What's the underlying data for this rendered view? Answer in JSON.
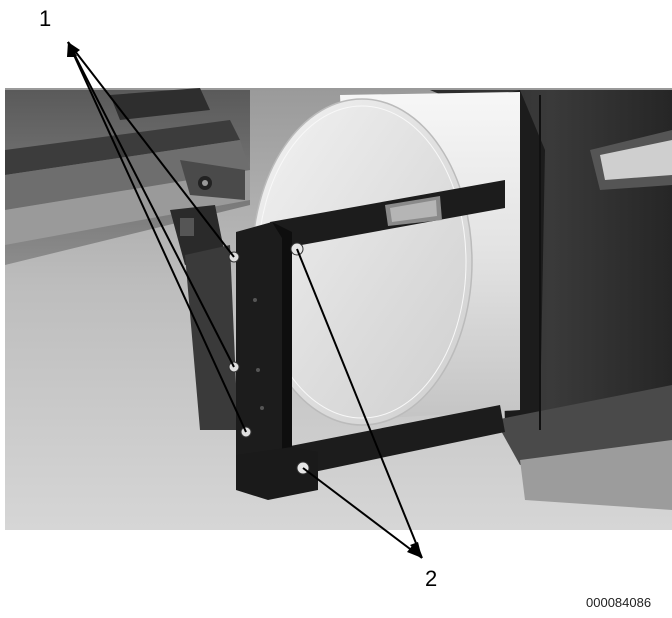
{
  "callouts": [
    {
      "label": "1"
    },
    {
      "label": "2"
    }
  ],
  "part_number": "000084086",
  "colors": {
    "background": "#ffffff",
    "ground_light": "#c8c8c8",
    "ground_dark": "#8a8a8a",
    "roll": "#e6e6e6",
    "bracket": "#1c1c1c",
    "callout_line": "#000000"
  }
}
